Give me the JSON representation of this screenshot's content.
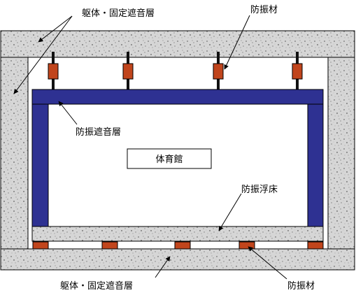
{
  "labels": {
    "structure_top": "躯体・固定遮音層",
    "structure_bottom": "躯体・固定遮音層",
    "isolator_top": "防振材",
    "isolator_bottom": "防振材",
    "isolation_layer": "防振遮音層",
    "floating_floor": "防振浮床",
    "room": "体育館"
  },
  "colors": {
    "concrete": "#d9d9d9",
    "isolation_layer": "#2e3192",
    "isolator": "#c1451c",
    "rod": "#111111",
    "outline": "#000000"
  },
  "isolators": {
    "hangers_count": 4,
    "bottom_pads_count": 5
  }
}
